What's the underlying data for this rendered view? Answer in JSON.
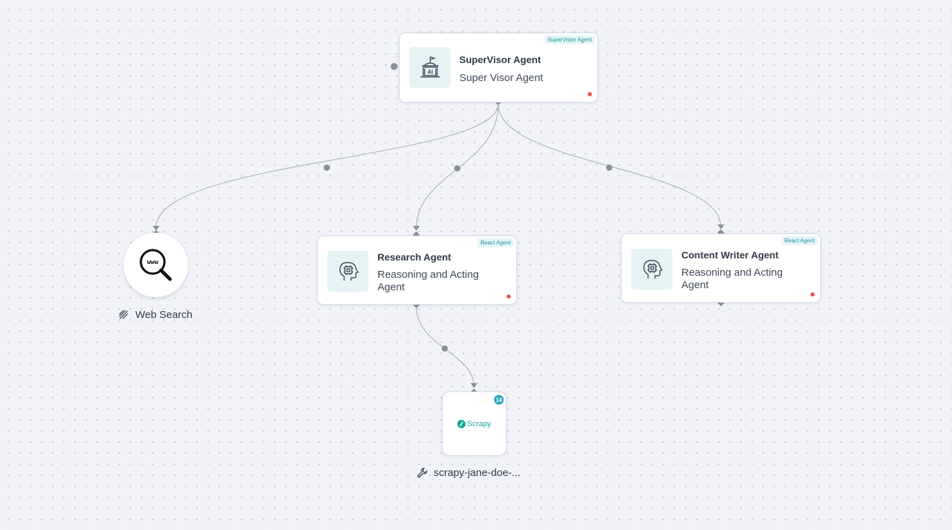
{
  "nodes": {
    "supervisor": {
      "tag": "SuperVisior Agent",
      "title": "SuperVisor Agent",
      "subtitle": "Super Visor Agent",
      "icon": "ai-building-icon"
    },
    "research": {
      "tag": "React Agent",
      "title": "Research Agent",
      "subtitle": "Reasoning and Acting Agent",
      "icon": "brain-chip-icon"
    },
    "content_writer": {
      "tag": "React Agent",
      "title": "Content Writer Agent",
      "subtitle": "Reasoning and Acting Agent",
      "icon": "brain-chip-icon"
    },
    "web_search": {
      "label": "Web Search",
      "icon_text": "www",
      "icon": "magnifier-www-icon"
    },
    "scrapy_tool": {
      "label": "scrapy-jane-doe-...",
      "logo_text": "Scrapy",
      "badge": "14",
      "icon": "wrench-icon"
    }
  },
  "colors": {
    "accent": "#2aa7b8",
    "status_red": "#ef4e4e",
    "edge": "#9aa0a8",
    "icon_bg": "#e4f3f3"
  }
}
